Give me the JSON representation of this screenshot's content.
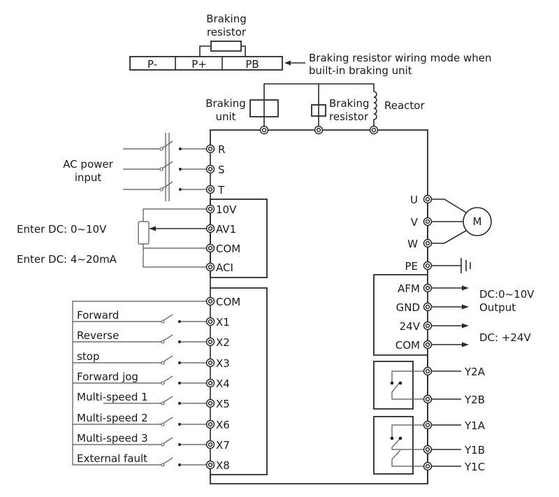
{
  "diagram": {
    "title_block": {
      "braking_resistor_label_line1": "Braking",
      "braking_resistor_label_line2": "resistor",
      "terminals": [
        "P-",
        "P+",
        "PB"
      ],
      "note_line1": "Braking resistor wiring mode when",
      "note_line2": "built-in braking unit"
    },
    "dc_bus": {
      "braking_unit_line1": "Braking",
      "braking_unit_line2": "unit",
      "braking_resistor_line1": "Braking",
      "braking_resistor_line2": "resistor",
      "reactor": "Reactor"
    },
    "power_input": {
      "label_line1": "AC power",
      "label_line2": "input",
      "terminals": [
        "R",
        "S",
        "T"
      ]
    },
    "analog_input": {
      "terminals": [
        "10V",
        "AV1",
        "COM",
        "ACI"
      ],
      "label_voltage": "Enter DC: 0~10V",
      "label_current": "Enter DC: 4~20mA"
    },
    "digital_inputs": {
      "common": "COM",
      "items": [
        {
          "label": "Forward",
          "terminal": "X1"
        },
        {
          "label": "Reverse",
          "terminal": "X2"
        },
        {
          "label": "stop",
          "terminal": "X3"
        },
        {
          "label": "Forward jog",
          "terminal": "X4"
        },
        {
          "label": "Multi-speed 1",
          "terminal": "X5"
        },
        {
          "label": "Multi-speed 2",
          "terminal": "X6"
        },
        {
          "label": "Multi-speed 3",
          "terminal": "X7"
        },
        {
          "label": "External fault",
          "terminal": "X8"
        }
      ]
    },
    "motor_output": {
      "terminals": [
        "U",
        "V",
        "W",
        "PE"
      ],
      "motor_label": "M"
    },
    "analog_output": {
      "terminals": [
        "AFM",
        "GND",
        "24V",
        "COM"
      ],
      "label_afm_line1": "DC:0~10V",
      "label_afm_line2": "Output",
      "label_24v": "DC: +24V"
    },
    "relay_outputs": {
      "terminals": [
        "Y2A",
        "Y2B",
        "Y1A",
        "Y1B",
        "Y1C"
      ]
    }
  }
}
